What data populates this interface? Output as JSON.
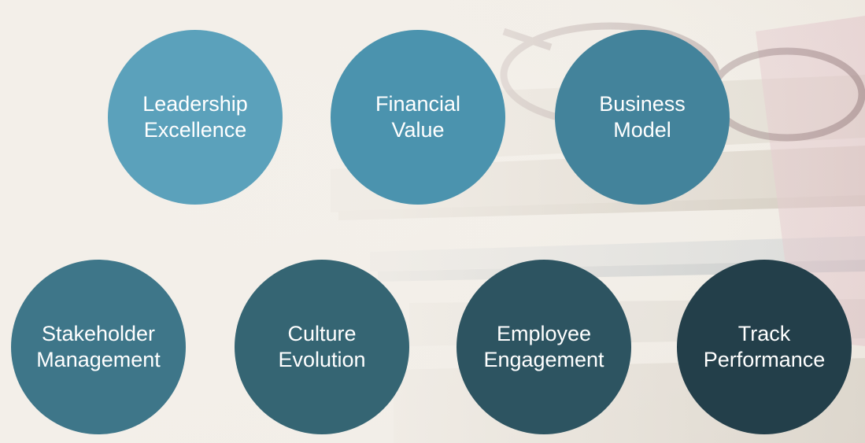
{
  "background": {
    "base_color": "#f3efe9",
    "image_semantic": "books-and-eyeglasses-photo"
  },
  "circles": [
    {
      "line1": "Leadership",
      "line2": "Excellence",
      "color": "#5ba1bb"
    },
    {
      "line1": "Financial",
      "line2": "Value",
      "color": "#4b93ae"
    },
    {
      "line1": "Business",
      "line2": "Model",
      "color": "#43839b"
    },
    {
      "line1": "Stakeholder",
      "line2": "Management",
      "color": "#3e7689"
    },
    {
      "line1": "Culture",
      "line2": "Evolution",
      "color": "#356573"
    },
    {
      "line1": "Employee",
      "line2": "Engagement",
      "color": "#2d5461"
    },
    {
      "line1": "Track",
      "line2": "Performance",
      "color": "#233f4a"
    }
  ]
}
